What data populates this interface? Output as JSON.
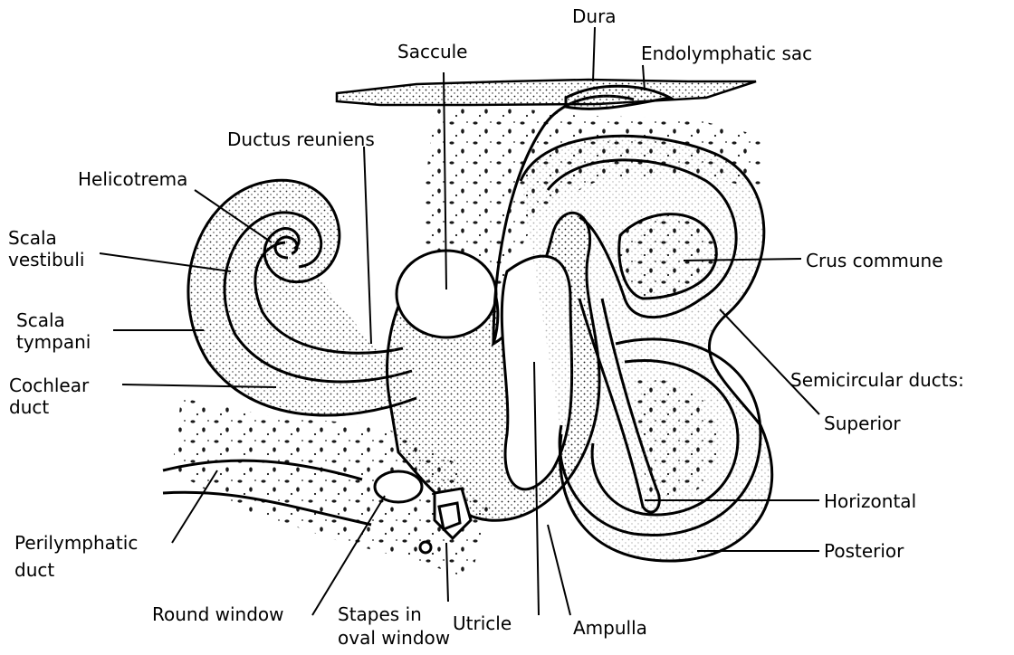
{
  "colors": {
    "ink": "#000000",
    "fill": "#ffffff",
    "stipple": "#1a1a1a"
  },
  "labels": {
    "dura": "Dura",
    "saccule": "Saccule",
    "endolymphatic_sac": "Endolymphatic sac",
    "ductus_reuniens": "Ductus reuniens",
    "helicotrema": "Helicotrema",
    "scala_vestibuli": [
      "Scala",
      "vestibuli"
    ],
    "scala_tympani": [
      "Scala",
      "tympani"
    ],
    "cochlear_duct": [
      "Cochlear",
      "duct"
    ],
    "crus_commune": "Crus commune",
    "semicircular_ducts": "Semicircular ducts:",
    "superior": "Superior",
    "horizontal": "Horizontal",
    "posterior": "Posterior",
    "perilymphatic_duct": [
      "Perilymphatic",
      "duct"
    ],
    "round_window": "Round window",
    "stapes_oval_window": [
      "Stapes in",
      "oval window"
    ],
    "utricle": "Utricle",
    "ampulla": "Ampulla"
  }
}
